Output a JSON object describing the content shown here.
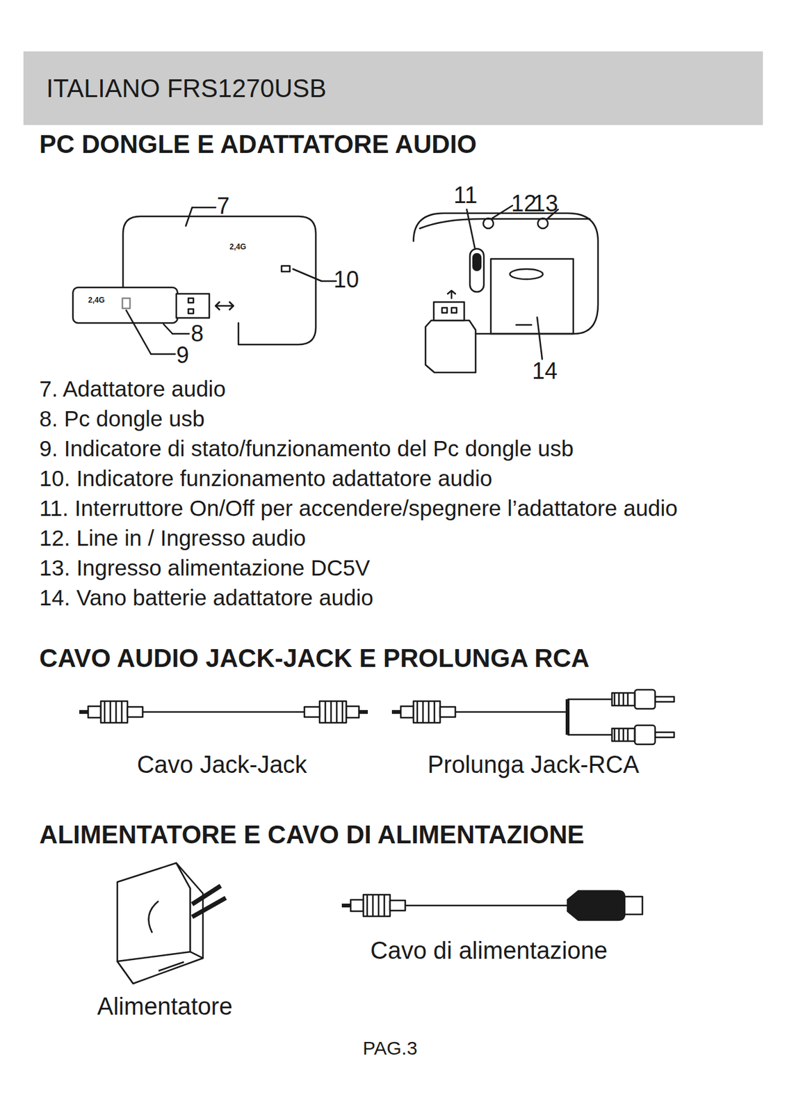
{
  "diagram": {
    "nodes": [
      {
        "text": [
          "ITALIANO FRS1270USB"
        ]
      }
    ],
    "labels": [
      "PC DONGLE E ADATTATORE AUDIO",
      "7",
      "2,4G",
      "11",
      "12",
      "13",
      "10",
      "2,4G",
      "8",
      "9",
      "14",
      "7. Adattatore audio",
      "8. Pc dongle usb",
      "9. Indicatore di stato/funzionamento del Pc dongle usb",
      "10. Indicatore funzionamento adattatore audio",
      "11. Interruttore On/Off per accendere/spegnere l’adattatore audio",
      "12. Line in / Ingresso audio",
      "13. Ingresso alimentazione DC5V",
      "14. Vano batterie adattatore audio",
      "CAVO AUDIO JACK-JACK E PROLUNGA RCA",
      "Cavo Jack-Jack",
      "Prolunga Jack-RCA",
      "ALIMENTATORE E CAVO DI ALIMENTAZIONE",
      "Cavo di alimentazione",
      "Alimentatore",
      "PAG.3"
    ]
  }
}
